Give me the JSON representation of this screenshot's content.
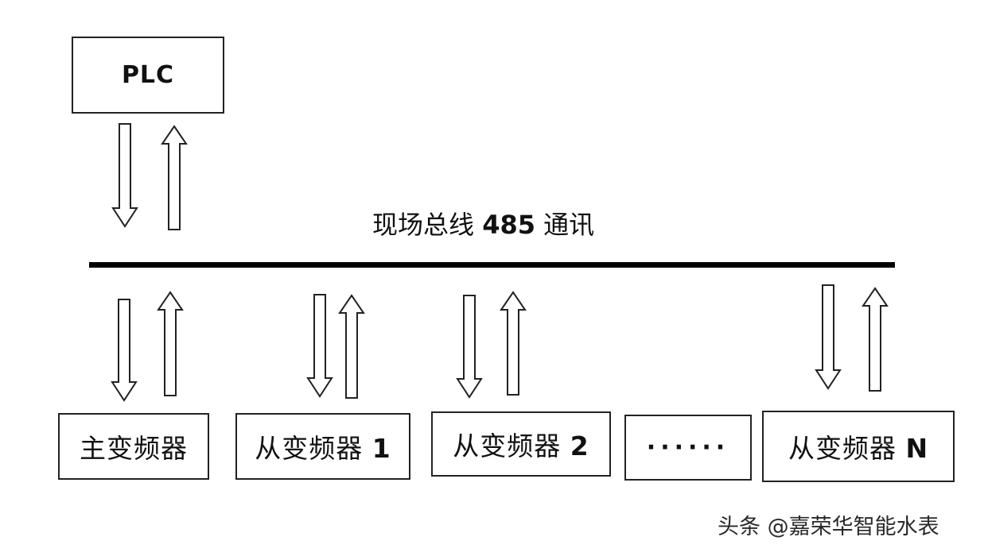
{
  "plc": {
    "label": "PLC"
  },
  "bus": {
    "label_text": "现场总线",
    "label_number": "485",
    "label_suffix": "通讯"
  },
  "master": {
    "label": "主变频器"
  },
  "slave1": {
    "label": "从变频器",
    "number": "1"
  },
  "slave2": {
    "label": "从变频器",
    "number": "2"
  },
  "ellipsis": {
    "label": "······"
  },
  "slaveN": {
    "label": "从变频器",
    "number": "N"
  },
  "watermark": {
    "text": "头条 @嘉荣华智能水表"
  },
  "colors": {
    "line": "#000000",
    "border": "#222222",
    "background": "#ffffff"
  },
  "icons": [
    "arrow-down-icon",
    "arrow-up-icon"
  ]
}
